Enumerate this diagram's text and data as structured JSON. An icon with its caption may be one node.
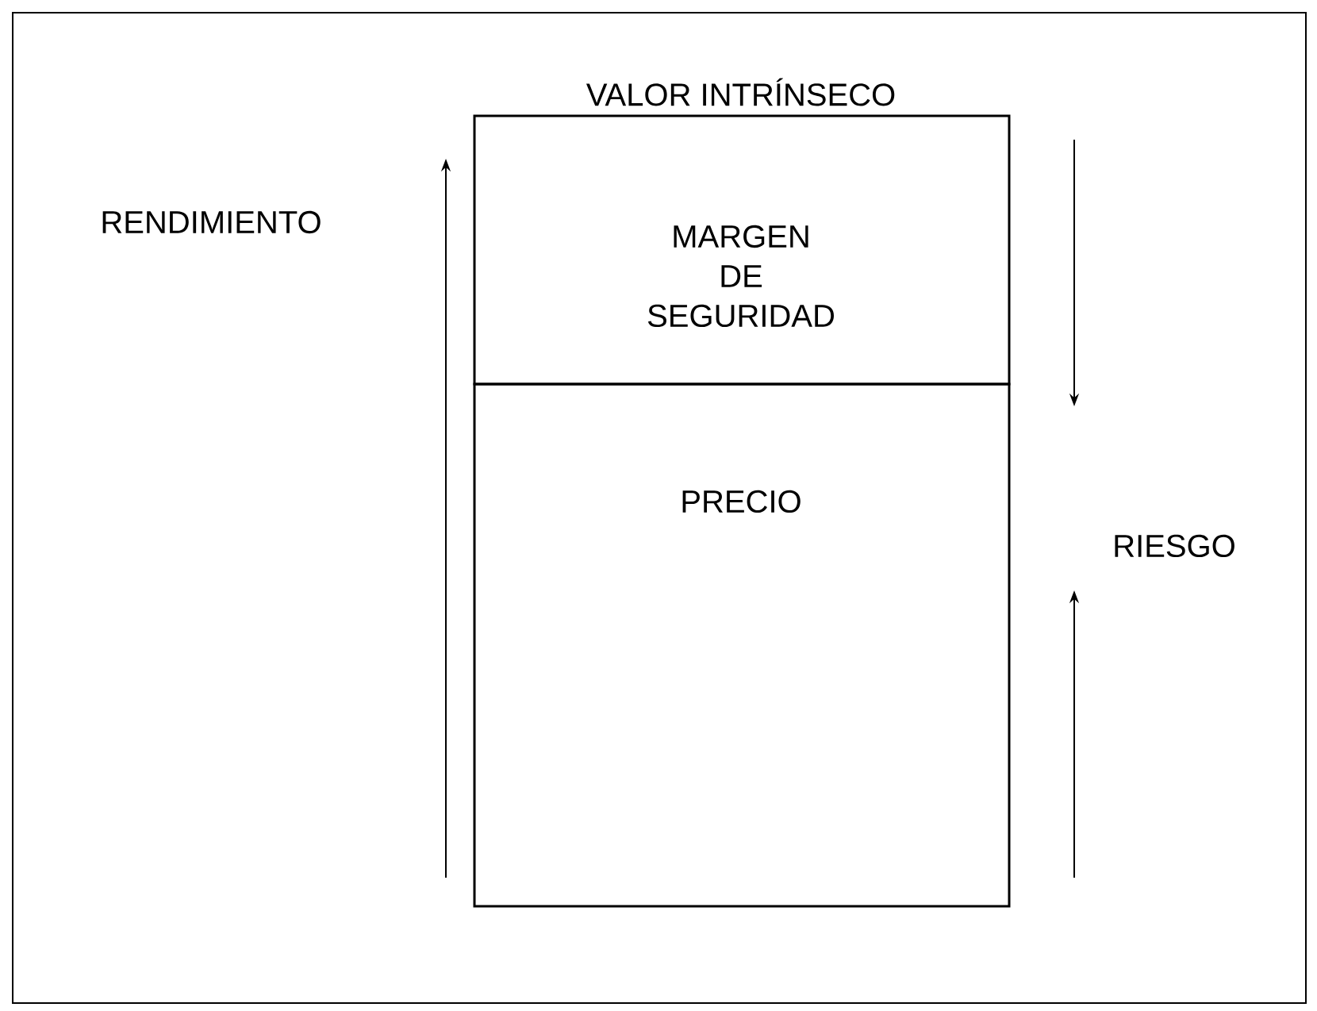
{
  "diagram": {
    "nodes": [
      {
        "text": [
          "VALOR INTRÍNSECO",
          "MARGEN DE SEGURIDAD"
        ]
      },
      {
        "text": [
          "PRECIO"
        ]
      }
    ],
    "labels": [
      "RENDIMIENTO",
      "RIESGO"
    ]
  }
}
